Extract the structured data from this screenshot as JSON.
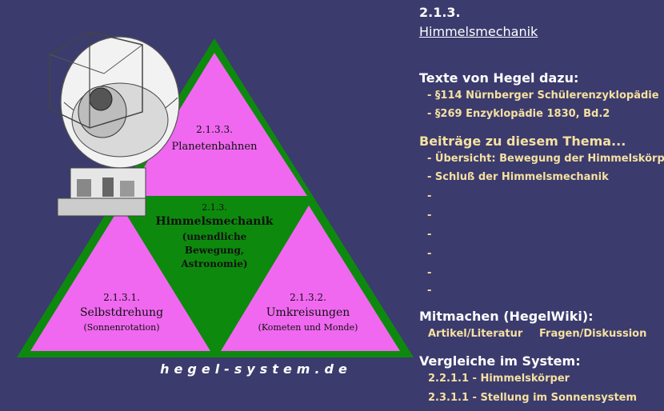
{
  "diagram": {
    "top": {
      "number": "2.1.3.3.",
      "name": "Planetenbahnen"
    },
    "center": {
      "number": "2.1.3.",
      "title": "Himmelsmechanik",
      "sub1": "(unendliche",
      "sub2": "Bewegung,",
      "sub3": "Astronomie)"
    },
    "left": {
      "number": "2.1.3.1.",
      "name": "Selbstdrehung",
      "sub": "(Sonnenrotation)"
    },
    "right": {
      "number": "2.1.3.2.",
      "name": "Umkreisungen",
      "sub": "(Kometen und Monde)"
    },
    "site": "hegel-system.de",
    "colors": {
      "green": "#0d8a0d",
      "pink": "#f068f0",
      "background": "#3b3b6e"
    },
    "illustration": "armillary-sphere-engraving"
  },
  "panel": {
    "number": "2.1.3.",
    "title": "Himmelsmechanik",
    "texts_heading": "Texte von Hegel dazu:",
    "texts": [
      "- §114 Nürnberger Schülerenzyklopädie",
      "- §269 Enzyklopädie 1830, Bd.2"
    ],
    "beitraege_heading": "Beiträge zu diesem Thema...",
    "beitraege": [
      "- Übersicht: Bewegung der Himmelskörper",
      "- Schluß der Himmelsmechanik",
      "-",
      "-",
      "-",
      "-",
      "-",
      "-"
    ],
    "mitmachen_heading": "Mitmachen (HegelWiki):",
    "mitmachen_links": [
      "Artikel/Literatur",
      "Fragen/Diskussion"
    ],
    "vergleiche_heading": "Vergleiche im System:",
    "vergleiche": [
      "2.2.1.1 - Himmelskörper",
      "2.3.1.1 - Stellung im Sonnensystem"
    ]
  }
}
